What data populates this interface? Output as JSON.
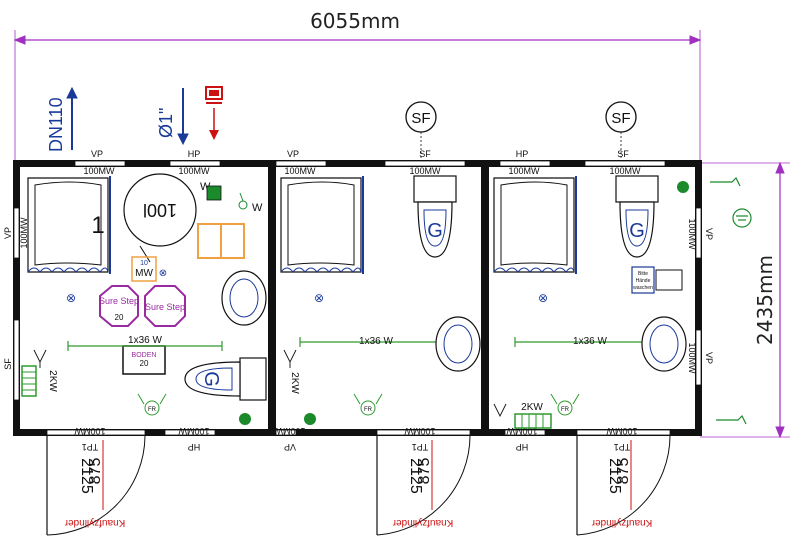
{
  "dimensions": {
    "width_label": "6055mm",
    "depth_label": "2435mm"
  },
  "utilities": {
    "drain_label": "DN110",
    "water_label": "Ø1\""
  },
  "symbols": {
    "sf_circle_1": "SF",
    "sf_circle_2": "SF"
  },
  "top_wall": {
    "vp_1": "VP",
    "vp_1_size": "100MW",
    "hp_1": "HP",
    "hp_1_size": "100MW",
    "vp_2": "VP",
    "vp_2_size": "100MW",
    "sf_2": "SF",
    "sf_2_size": "100MW",
    "hp_3": "HP",
    "hp_3_size": "100MW",
    "sf_3": "SF",
    "sf_3_size": "100MW"
  },
  "bottom_wall": {
    "tp1_1": "TP1",
    "tp1_1_size": "100MW",
    "hp_1": "HP",
    "hp_1_size": "100MW",
    "vp_2": "VP",
    "vp_2_size": "100MW",
    "tp1_2": "TP1",
    "tp1_2_size": "100MW",
    "hp_3": "HP",
    "hp_3_size": "100MW",
    "tp1_3": "TP1",
    "tp1_3_size": "100MW"
  },
  "side_walls": {
    "left_vp": "VP",
    "left_vp_size": "100MW",
    "left_sf": "SF",
    "right_vp_top": "VP",
    "right_vp_top_size": "100MW",
    "right_vp_bottom": "VP",
    "right_vp_bottom_size": "100MW"
  },
  "room1": {
    "number": "1",
    "boiler": "100l",
    "w_label_a": "W",
    "w_label_b": "W",
    "mw_label": "MW",
    "mw_small": "10",
    "sure_step_1": "Sure Step",
    "sure_step_1_num": "20",
    "sure_step_2": "Sure Step",
    "boden_label": "BODEN",
    "boden_num": "20",
    "light": "1x36 W",
    "heater": "2KW",
    "toilet": "G",
    "fr": "FR"
  },
  "room2": {
    "light": "1x36 W",
    "heater": "2KW",
    "toilet": "G",
    "fr": "FR"
  },
  "room3": {
    "light": "1x36 W",
    "heater": "2KW",
    "toilet": "G",
    "fr": "FR",
    "sign_1": "Bitte",
    "sign_2": "Hände",
    "sign_3": "waschen"
  },
  "doors": {
    "d1_w": "875",
    "d1_h": "2125",
    "d1_lock": "Knaufzylinder",
    "d2_w": "875",
    "d2_h": "2125",
    "d2_lock": "Knaufzylinder",
    "d3_w": "875",
    "d3_h": "2125",
    "d3_lock": "Knaufzylinder"
  },
  "colors": {
    "wall": "#111111",
    "dimension": "#a030c0",
    "water": "#1a3a9a",
    "sure_step": "#9a2aa0",
    "light_line": "#2e9a2e",
    "door_red": "#cc1111",
    "sink_blue": "#1a3a9a",
    "table_orange": "#f0a040"
  }
}
